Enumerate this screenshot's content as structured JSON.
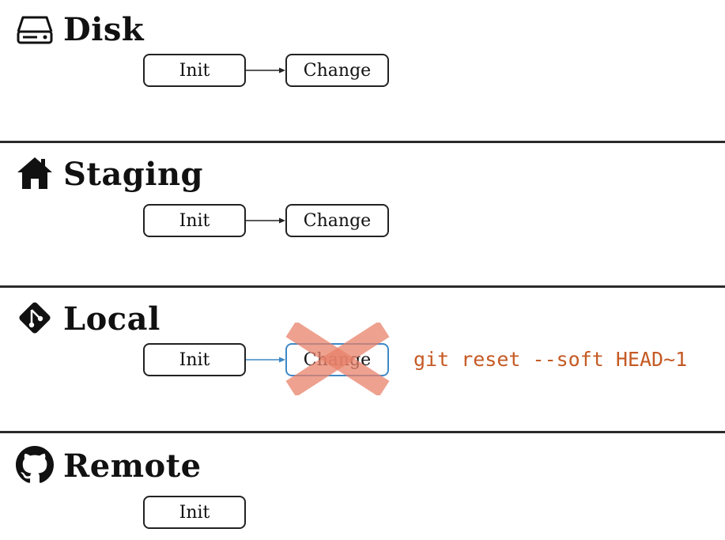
{
  "sections": [
    {
      "id": "disk",
      "title": "Disk",
      "icon": "disk-drive-icon",
      "commits": [
        "Init",
        "Change"
      ]
    },
    {
      "id": "staging",
      "title": "Staging",
      "icon": "house-icon",
      "commits": [
        "Init",
        "Change"
      ]
    },
    {
      "id": "local",
      "title": "Local",
      "icon": "git-logo-icon",
      "commits": [
        "Init",
        "Change"
      ],
      "removed_commit": "Change",
      "command": "git reset --soft HEAD~1"
    },
    {
      "id": "remote",
      "title": "Remote",
      "icon": "github-logo-icon",
      "commits": [
        "Init"
      ]
    }
  ],
  "colors": {
    "command": "#c55a24",
    "cross": "#e8826a",
    "highlight": "#3f88c5",
    "divider": "#2b2b2b"
  }
}
